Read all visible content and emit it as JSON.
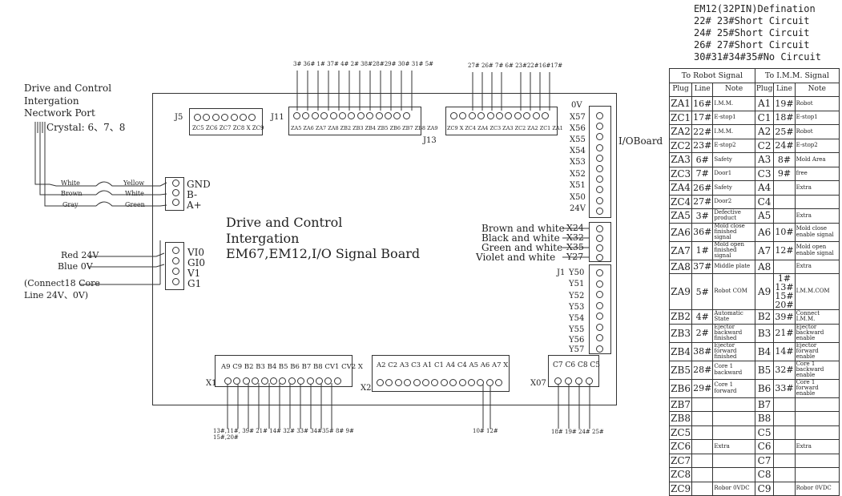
{
  "em12_def": {
    "title": "EM12(32PIN)Defination",
    "lines": [
      "22#  23#Short Circuit",
      "24#  25#Short Circuit",
      "26#  27#Short Circuit",
      "30#31#34#35#No Circuit"
    ]
  },
  "left_notes": {
    "drive_control": "Drive and Control",
    "intergation": "Intergation",
    "network_port": "Nectwork Port",
    "crystal": "Crystal: 6、7、8",
    "white": "White",
    "brown": "Brown",
    "gray": "Gray",
    "yellow": "Yellow",
    "white2": "White",
    "green": "Green",
    "red24v": "Red 24V",
    "blue0v": "Blue 0V",
    "connect18": "(Connect18 Core",
    "line24v": "Line 24V、0V)"
  },
  "board": {
    "title1": "Drive and Control",
    "title2": "Intergation",
    "title3": "EM67,EM12,I/O Signal Board",
    "io_board": "I/OBoard",
    "gnd_labels": [
      "GND",
      "B-",
      "A+"
    ],
    "power_labels": [
      "VI0",
      "GI0",
      "V1",
      "G1"
    ],
    "signals_right": [
      "Brown and white",
      "Black and white",
      "Green and white",
      "Violet and white"
    ],
    "x24_labels": [
      "X24",
      "X32",
      "X35",
      "Y27"
    ],
    "j1_label": "J1",
    "top_right_labels": [
      "0V",
      "X57",
      "X56",
      "X55",
      "X54",
      "X53",
      "X52",
      "X51",
      "X50",
      "24V"
    ],
    "y_labels": [
      "Y50",
      "Y51",
      "Y52",
      "Y53",
      "Y54",
      "Y55",
      "Y56",
      "Y57"
    ],
    "j5": "J5",
    "j11": "J11",
    "j13": "J13",
    "j5_pins": "ZC5 ZC6 ZC7 ZC8  X  ZC9",
    "j11_pins": "ZA5 ZA6 ZA7 ZA8 ZB2 ZB3 ZB4 ZB5 ZB6 ZB7 ZB8 ZA9",
    "j13_pins": "ZC9  X  ZC4 ZA4 ZC3 ZA3 ZC2 ZA2 ZC1 ZA1",
    "j11_top": "3# 36# 1# 37# 4#  2# 38#28#29# 30# 31# 5#",
    "j13_top": "27# 26# 7# 6#   23#22#16#17#",
    "x1": "X1",
    "x2": "X2",
    "x07": "X07",
    "x1_pins": "A9 C9 B2 B3 B4 B5 B6 B7 B8 CV1 CV2  X",
    "x2_pins": "A2 C2 A3 C3 A1 C1 A4 C4 A5 A6 A7  X",
    "x07_pins": "C7 C6 C8 C5",
    "x1_bottom1": "13#,11#,  39# 21# 14# 32# 33# 34#35# 8#  9#",
    "x1_bottom2": "15#,20#",
    "x2_bottom": "10# 12#",
    "x07_bottom": "18# 19# 24# 25#"
  },
  "table": {
    "head_left": "To Robot Signal",
    "head_right": "To I.M.M. Signal",
    "sub": [
      "Plug",
      "Line",
      "Note",
      "Plug",
      "Line",
      "Note"
    ],
    "rows": [
      [
        "ZA1",
        "16#",
        "I.M.M.",
        "A1",
        "19#",
        "Robot"
      ],
      [
        "ZC1",
        "17#",
        "E-stop1",
        "C1",
        "18#",
        "E-stop1"
      ],
      [
        "ZA2",
        "22#",
        "I.M.M.",
        "A2",
        "25#",
        "Robot"
      ],
      [
        "ZC2",
        "23#",
        "E-stop2",
        "C2",
        "24#",
        "E-stop2"
      ],
      [
        "ZA3",
        "6#",
        "Safety",
        "A3",
        "8#",
        "Mold Area"
      ],
      [
        "ZC3",
        "7#",
        "Door1",
        "C3",
        "9#",
        "free"
      ],
      [
        "ZA4",
        "26#",
        "Safety",
        "A4",
        "",
        "Extra"
      ],
      [
        "ZC4",
        "27#",
        "Door2",
        "C4",
        "",
        ""
      ],
      [
        "ZA5",
        "3#",
        "Defective product",
        "A5",
        "",
        "Extra"
      ],
      [
        "ZA6",
        "36#",
        "Mold close finished signal",
        "A6",
        "10#",
        "Mold close enable signal"
      ],
      [
        "ZA7",
        "1#",
        "Mold open finished signal",
        "A7",
        "12#",
        "Mold open enable signal"
      ],
      [
        "ZA8",
        "37#",
        "Middle plate",
        "A8",
        "",
        "Extra"
      ],
      [
        "ZA9",
        "5#",
        "Robot COM",
        "A9",
        "1# 13# 15# 20#",
        "I.M.M.COM"
      ],
      [
        "ZB2",
        "4#",
        "Automatic State",
        "B2",
        "39#",
        "Connect I.M.M."
      ],
      [
        "ZB3",
        "2#",
        "Ejector backward finished",
        "B3",
        "21#",
        "Ejector backward enable"
      ],
      [
        "ZB4",
        "38#",
        "Ejector forward finished",
        "B4",
        "14#",
        "Ejector forward enable"
      ],
      [
        "ZB5",
        "28#",
        "Core 1 backward",
        "B5",
        "32#",
        "Core 1 backward enable"
      ],
      [
        "ZB6",
        "29#",
        "Core 1 forward",
        "B6",
        "33#",
        "Core 1 forward enable"
      ],
      [
        "ZB7",
        "",
        "",
        "B7",
        "",
        ""
      ],
      [
        "ZB8",
        "",
        "",
        "B8",
        "",
        ""
      ],
      [
        "ZC5",
        "",
        "",
        "C5",
        "",
        ""
      ],
      [
        "ZC6",
        "",
        "Extra",
        "C6",
        "",
        "Extra"
      ],
      [
        "ZC7",
        "",
        "",
        "C7",
        "",
        ""
      ],
      [
        "ZC8",
        "",
        "",
        "C8",
        "",
        ""
      ],
      [
        "ZC9",
        "",
        "Robor 0VDC",
        "C9",
        "",
        "Robor 0VDC"
      ]
    ]
  }
}
